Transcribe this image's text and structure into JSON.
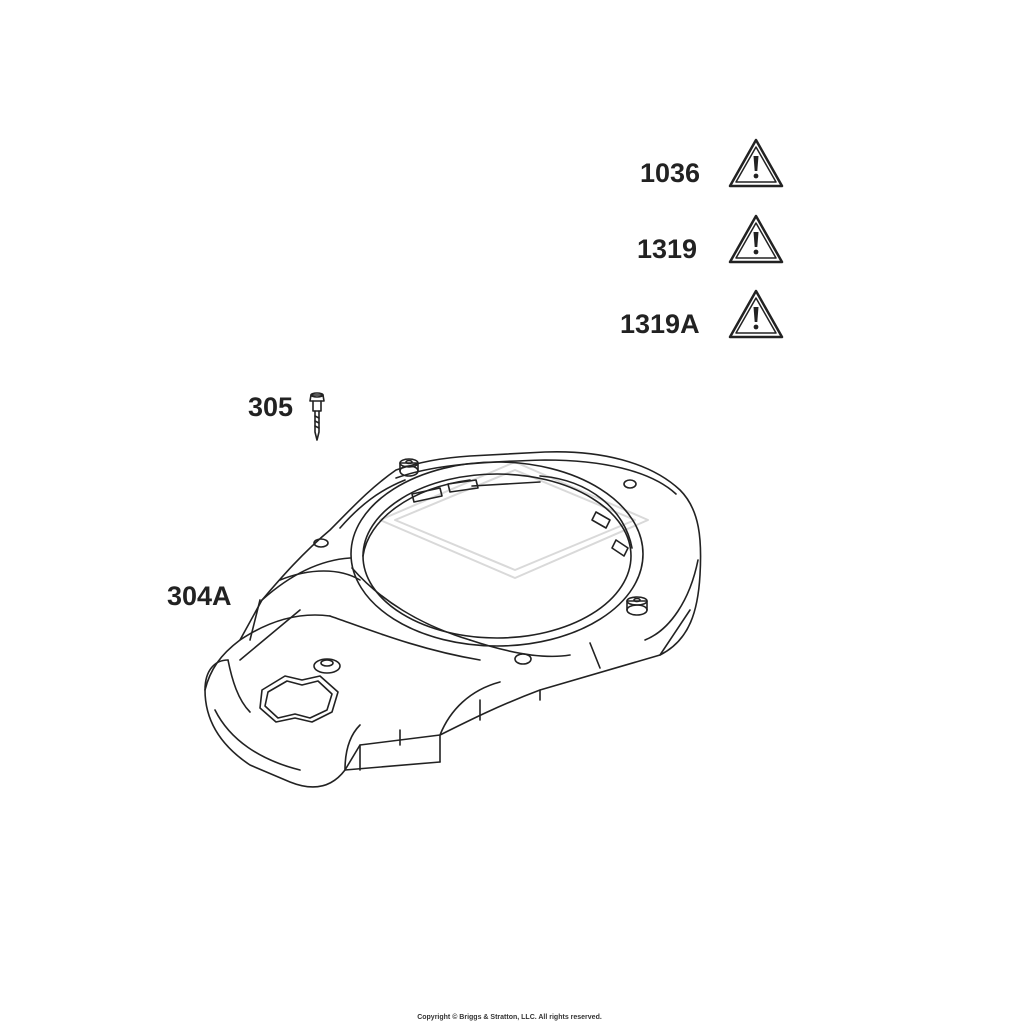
{
  "callouts": {
    "part_1036": "1036",
    "part_1319": "1319",
    "part_1319a": "1319A",
    "part_305": "305",
    "part_304a": "304A"
  },
  "icons": {
    "warning": "warning-triangle-icon"
  },
  "footer": {
    "copyright": "Copyright © Briggs & Stratton, LLC. All rights reserved."
  },
  "colors": {
    "line": "#222222",
    "watermark": "#d9d9d9"
  }
}
